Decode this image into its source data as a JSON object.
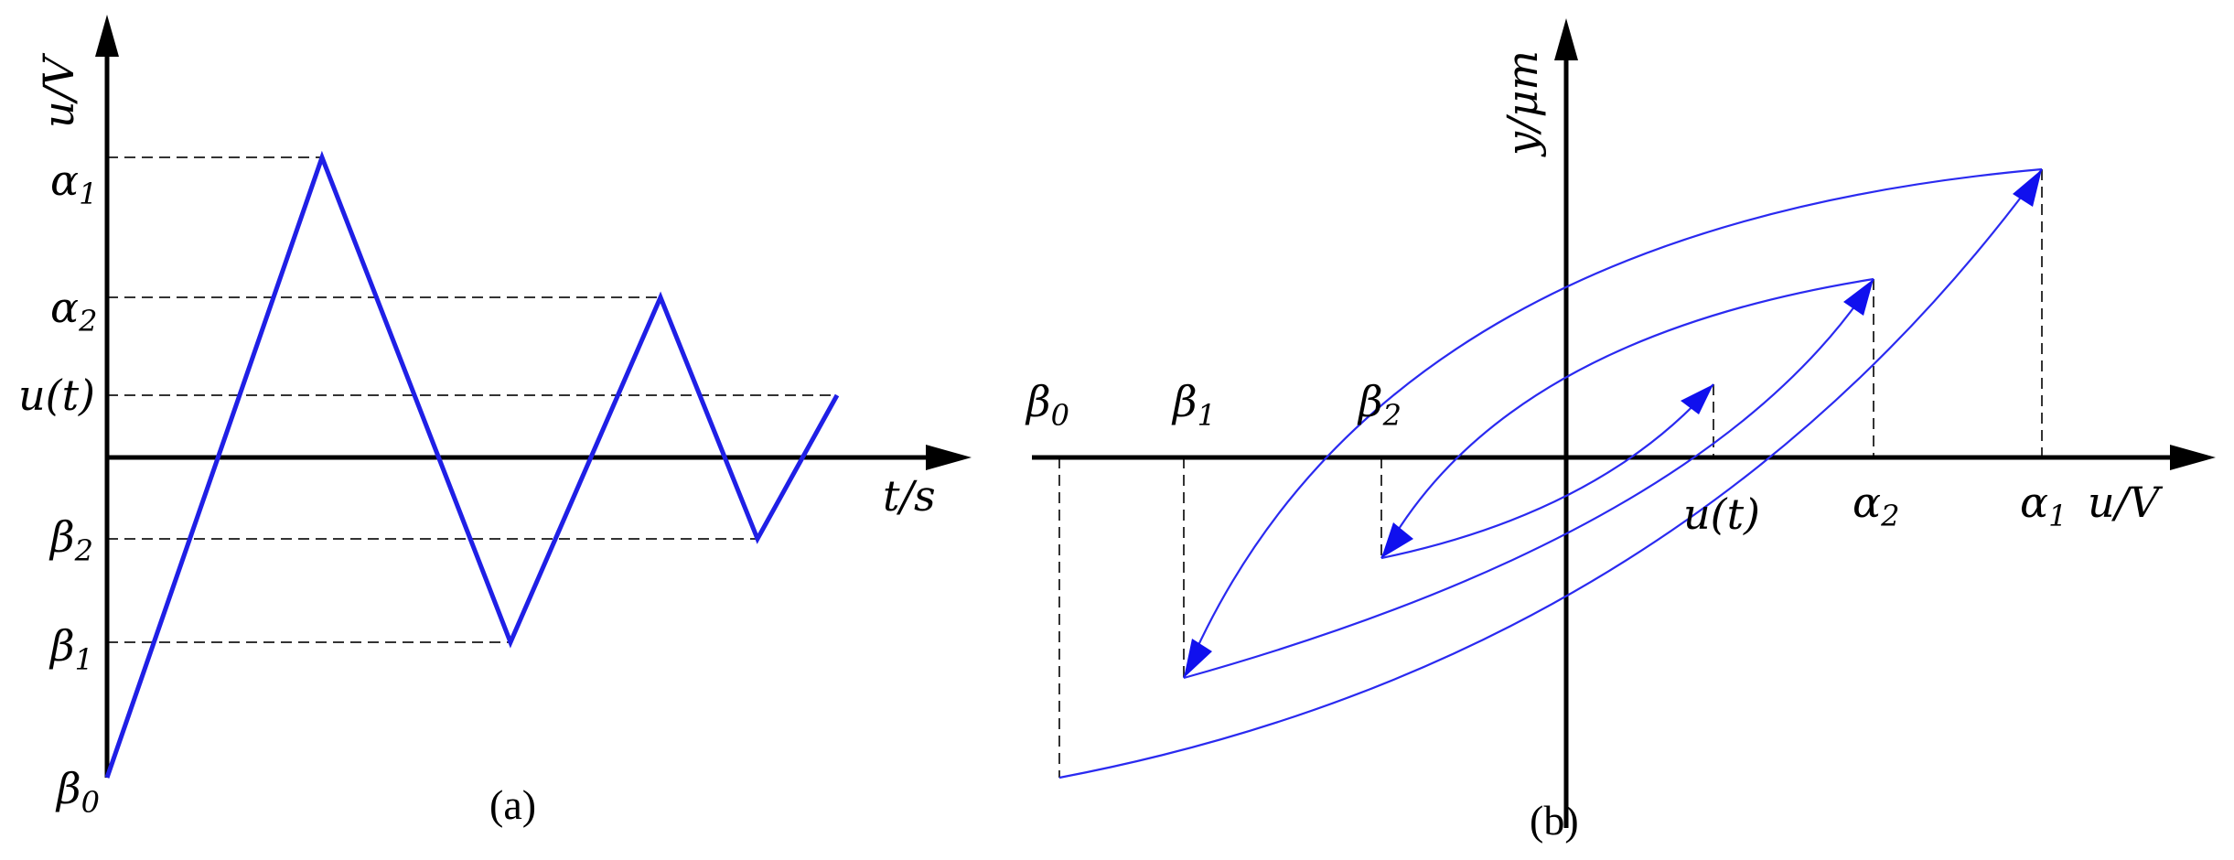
{
  "panel_a": {
    "y_axis_label": "u/V",
    "x_axis_label": "t/s",
    "levels": [
      {
        "key": "alpha1",
        "label": "α",
        "sub": "1"
      },
      {
        "key": "alpha2",
        "label": "α",
        "sub": "2"
      },
      {
        "key": "ut",
        "label": "u(t)",
        "sub": ""
      },
      {
        "key": "beta2",
        "label": "β",
        "sub": "2"
      },
      {
        "key": "beta1",
        "label": "β",
        "sub": "1"
      },
      {
        "key": "beta0",
        "label": "β",
        "sub": "0"
      }
    ],
    "caption": "(a)"
  },
  "panel_b": {
    "y_axis_label": "y/μm",
    "x_axis_label": "u/V",
    "top_labels": [
      {
        "key": "beta0",
        "label": "β",
        "sub": "0"
      },
      {
        "key": "beta1",
        "label": "β",
        "sub": "1"
      },
      {
        "key": "beta2",
        "label": "β",
        "sub": "2"
      }
    ],
    "bottom_labels": [
      {
        "key": "ut",
        "label": "u(t)",
        "sub": ""
      },
      {
        "key": "alpha2",
        "label": "α",
        "sub": "2"
      },
      {
        "key": "alpha1",
        "label": "α",
        "sub": "1"
      }
    ],
    "caption": "(b)"
  },
  "colors": {
    "signal": "#1f1fe6",
    "loop": "#2a2af0",
    "axis": "#000000",
    "guide": "#333333"
  }
}
